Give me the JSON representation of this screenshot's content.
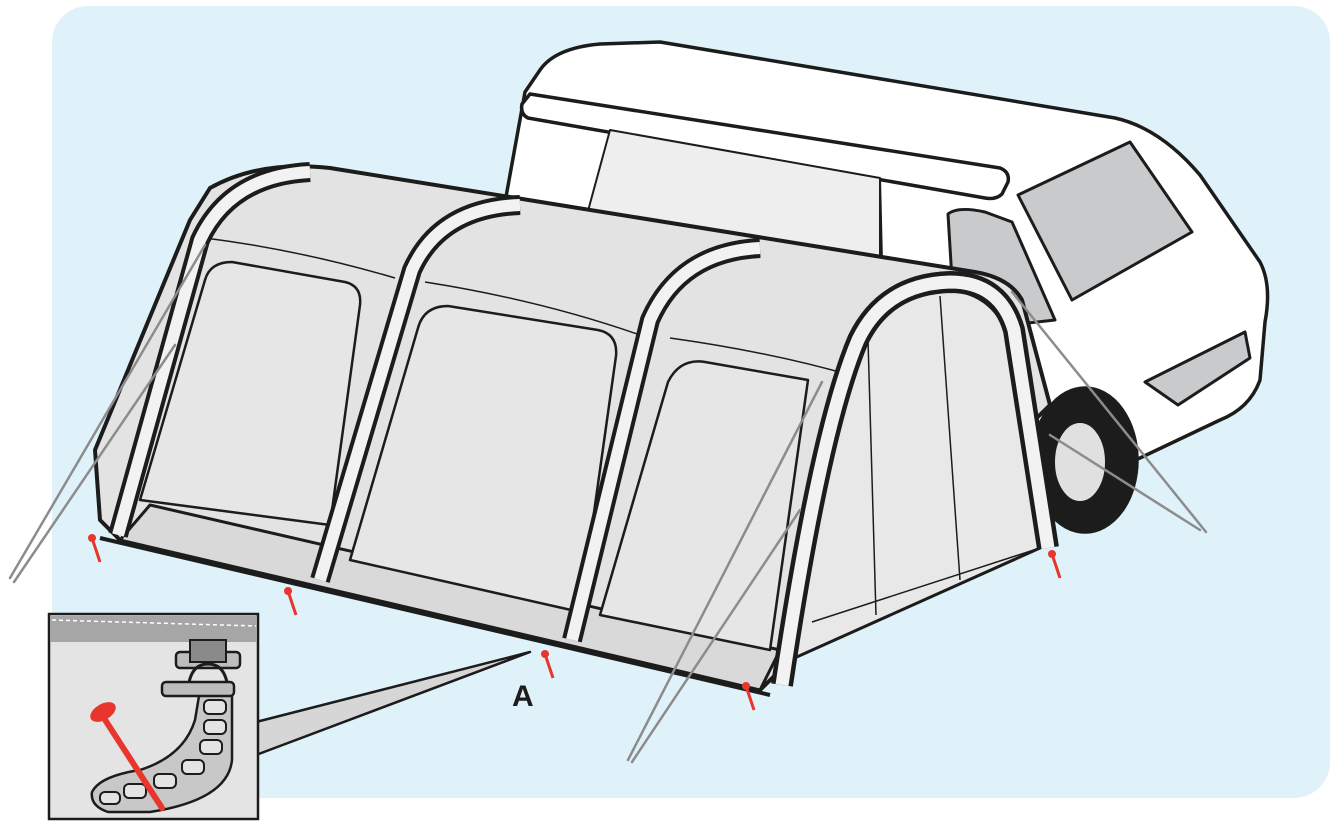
{
  "callouts": [
    {
      "letter": "A"
    }
  ],
  "colors": {
    "background_panel": "#dff2f9",
    "outline": "#1c1c1c",
    "tent_fabric": "#e6e6e6",
    "tent_fabric_dark": "#cfcfcf",
    "air_beam": "#f2f2f2",
    "window_glass": "#c8cacc",
    "peg_red": "#e8362d",
    "guy_line": "#8c8c8c",
    "vehicle_body": "#ffffff"
  },
  "icons": {
    "tent": "inflatable-drive-away-awning",
    "vehicle": "campervan",
    "detail": "peg-through-pegging-strap"
  }
}
